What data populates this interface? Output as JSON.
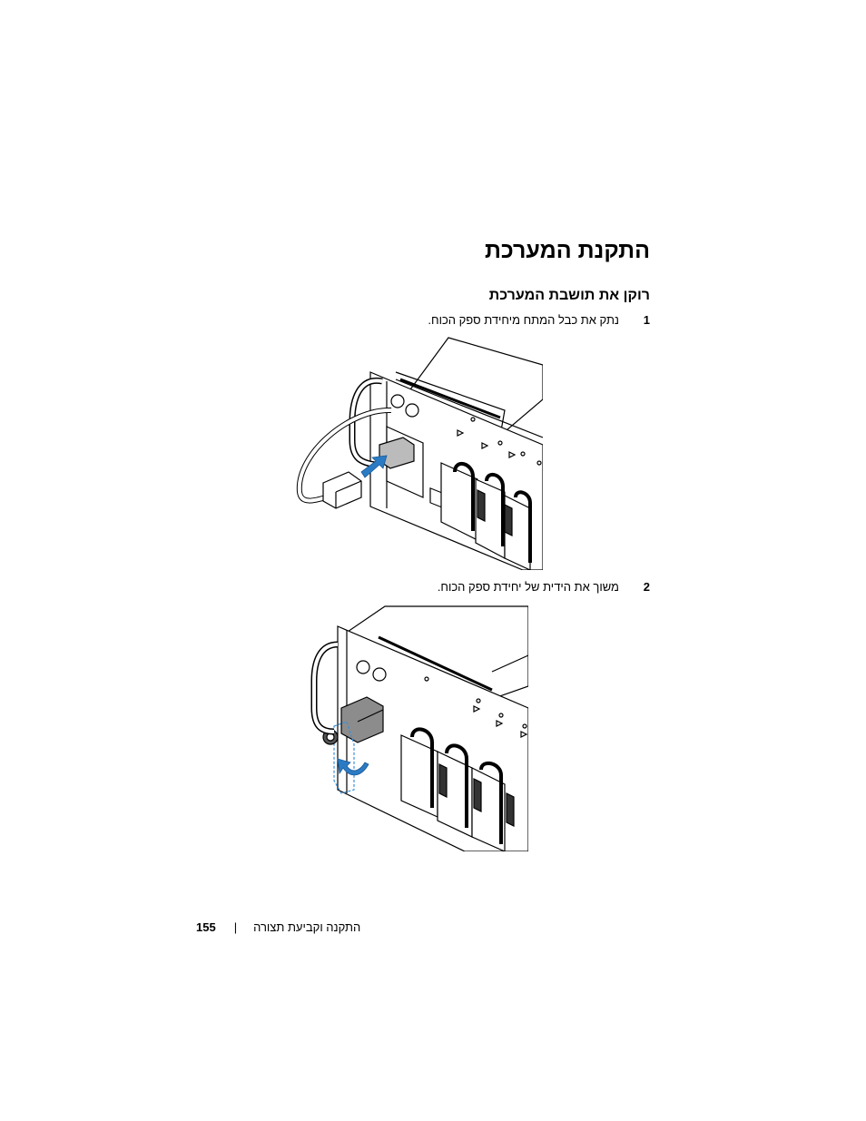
{
  "page": {
    "title": "התקנת המערכת",
    "subtitle": "רוקן את תושבת המערכת",
    "steps": [
      {
        "number": "1",
        "text": "נתק את כבל המתח מיחידת ספק הכוח."
      },
      {
        "number": "2",
        "text": "משוך את הידית של יחידת ספק הכוח."
      }
    ],
    "footer": {
      "page_number": "155",
      "separator": "|",
      "text": "התקנה וקביעת תצורה"
    }
  },
  "colors": {
    "arrow": "#2b7bc4",
    "dashed_outline": "#3a8fd8",
    "handle_gray": "#8c8c8c"
  },
  "icons": {
    "figure1": "power-supply-unplug-cable-illustration",
    "figure2": "power-supply-pull-handle-illustration"
  }
}
